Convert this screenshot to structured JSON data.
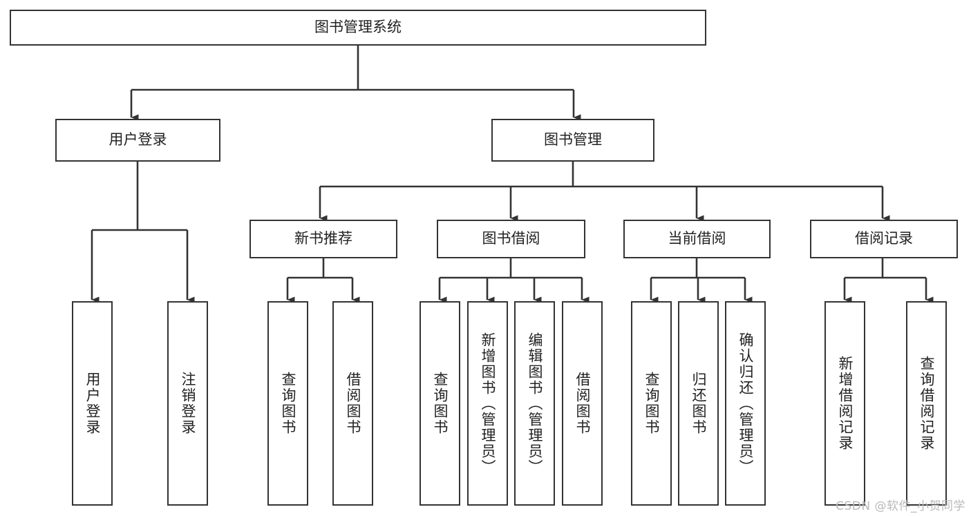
{
  "diagram": {
    "title": "图书管理系统",
    "type": "tree-hierarchy-diagram",
    "colors": {
      "box_border": "#333333",
      "box_fill": "#ffffff",
      "connector": "#333333",
      "text": "#222222",
      "watermark": "#b9b9b9",
      "background": "#ffffff"
    },
    "root": {
      "label": "图书管理系统"
    },
    "level2": [
      {
        "label": "用户登录"
      },
      {
        "label": "图书管理"
      }
    ],
    "level3": [
      {
        "label": "新书推荐"
      },
      {
        "label": "图书借阅"
      },
      {
        "label": "当前借阅"
      },
      {
        "label": "借阅记录"
      }
    ],
    "leaves": {
      "user_login": [
        {
          "label": "用户登录"
        },
        {
          "label": "注销登录"
        }
      ],
      "new_book_recommend": [
        {
          "label": "查询图书"
        },
        {
          "label": "借阅图书"
        }
      ],
      "book_borrow": [
        {
          "label": "查询图书"
        },
        {
          "label": "新增图书（管理员）"
        },
        {
          "label": "编辑图书（管理员）"
        },
        {
          "label": "借阅图书"
        }
      ],
      "current_borrow": [
        {
          "label": "查询图书"
        },
        {
          "label": "归还图书"
        },
        {
          "label": "确认归还（管理员）"
        }
      ],
      "borrow_record": [
        {
          "label": "新增借阅记录"
        },
        {
          "label": "查询借阅记录"
        }
      ]
    },
    "watermark": "CSDN @软件_小贺同学"
  }
}
